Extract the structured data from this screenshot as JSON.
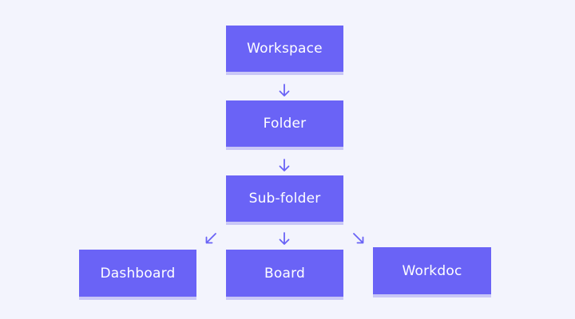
{
  "colors": {
    "background": "#f3f4fd",
    "node_fill": "#6a63f6",
    "node_text": "#ffffff",
    "node_shadow": "#c9c7f7",
    "arrow": "#6a63f6"
  },
  "nodes": {
    "workspace": "Workspace",
    "folder": "Folder",
    "subfolder": "Sub-folder",
    "dashboard": "Dashboard",
    "board": "Board",
    "workdoc": "Workdoc"
  },
  "edges": [
    {
      "from": "Workspace",
      "to": "Folder"
    },
    {
      "from": "Folder",
      "to": "Sub-folder"
    },
    {
      "from": "Sub-folder",
      "to": "Dashboard"
    },
    {
      "from": "Sub-folder",
      "to": "Board"
    },
    {
      "from": "Sub-folder",
      "to": "Workdoc"
    }
  ]
}
